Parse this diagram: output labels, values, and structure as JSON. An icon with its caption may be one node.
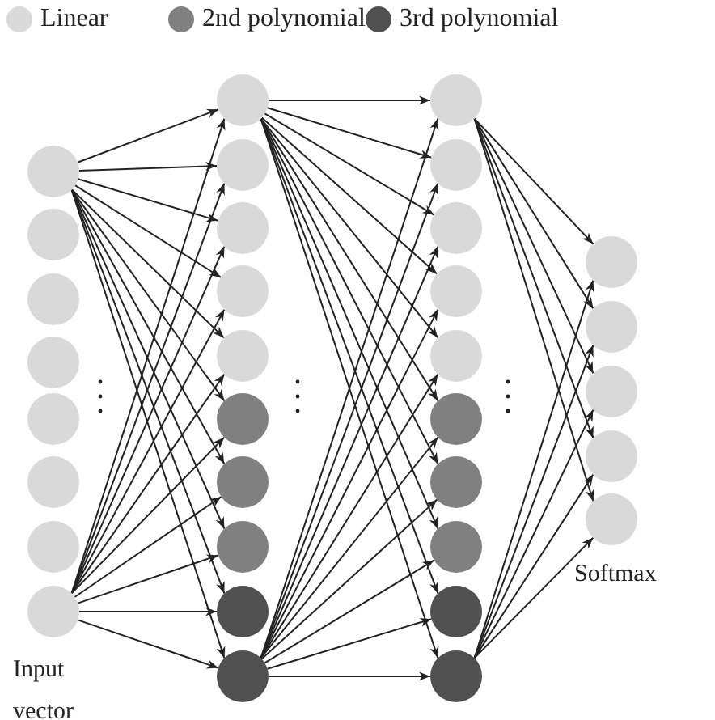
{
  "diagram": {
    "nodes": [
      {
        "text": [],
        "shape": "circle"
      },
      {
        "text": [],
        "shape": "circle"
      },
      {
        "text": [],
        "shape": "circle"
      },
      {
        "text": [],
        "shape": "circle"
      },
      {
        "text": [],
        "shape": "circle"
      },
      {
        "text": [],
        "shape": "circle"
      },
      {
        "text": [],
        "shape": "circle"
      },
      {
        "text": [],
        "shape": "circle"
      },
      {
        "text": [],
        "shape": "circle"
      },
      {
        "text": [],
        "shape": "circle"
      },
      {
        "text": [],
        "shape": "circle"
      },
      {
        "text": [],
        "shape": "circle"
      },
      {
        "text": [],
        "shape": "circle"
      },
      {
        "text": [],
        "shape": "circle"
      },
      {
        "text": [],
        "shape": "circle"
      },
      {
        "text": [],
        "shape": "circle"
      },
      {
        "text": [],
        "shape": "circle"
      },
      {
        "text": [],
        "shape": "circle"
      },
      {
        "text": [],
        "shape": "circle"
      },
      {
        "text": [],
        "shape": "circle"
      },
      {
        "text": [],
        "shape": "circle"
      },
      {
        "text": [],
        "shape": "circle"
      },
      {
        "text": [],
        "shape": "circle"
      },
      {
        "text": [],
        "shape": "circle"
      },
      {
        "text": [],
        "shape": "circle"
      },
      {
        "text": [],
        "shape": "circle"
      },
      {
        "text": [],
        "shape": "circle"
      },
      {
        "text": [],
        "shape": "circle"
      },
      {
        "text": [],
        "shape": "circle"
      },
      {
        "text": [],
        "shape": "circle"
      },
      {
        "text": [],
        "shape": "circle"
      },
      {
        "text": [],
        "shape": "circle"
      },
      {
        "text": [],
        "shape": "circle"
      }
    ],
    "edges": [
      {
        "from": 0,
        "to": 8,
        "arrow": "to"
      },
      {
        "from": 0,
        "to": 9,
        "arrow": "to"
      },
      {
        "from": 0,
        "to": 10,
        "arrow": "to"
      },
      {
        "from": 0,
        "to": 11,
        "arrow": "to"
      },
      {
        "from": 0,
        "to": 12,
        "arrow": "to"
      },
      {
        "from": 0,
        "to": 13,
        "arrow": "to"
      },
      {
        "from": 0,
        "to": 14,
        "arrow": "to"
      },
      {
        "from": 0,
        "to": 15,
        "arrow": "to"
      },
      {
        "from": 0,
        "to": 16,
        "arrow": "to"
      },
      {
        "from": 0,
        "to": 17,
        "arrow": "to"
      },
      {
        "from": 7,
        "to": 8,
        "arrow": "to"
      },
      {
        "from": 7,
        "to": 9,
        "arrow": "to"
      },
      {
        "from": 7,
        "to": 10,
        "arrow": "to"
      },
      {
        "from": 7,
        "to": 11,
        "arrow": "to"
      },
      {
        "from": 7,
        "to": 12,
        "arrow": "to"
      },
      {
        "from": 7,
        "to": 13,
        "arrow": "to"
      },
      {
        "from": 7,
        "to": 14,
        "arrow": "to"
      },
      {
        "from": 7,
        "to": 15,
        "arrow": "to"
      },
      {
        "from": 7,
        "to": 16,
        "arrow": "to"
      },
      {
        "from": 7,
        "to": 17,
        "arrow": "to"
      },
      {
        "from": 8,
        "to": 18,
        "arrow": "to"
      },
      {
        "from": 8,
        "to": 19,
        "arrow": "to"
      },
      {
        "from": 8,
        "to": 20,
        "arrow": "to"
      },
      {
        "from": 8,
        "to": 21,
        "arrow": "to"
      },
      {
        "from": 8,
        "to": 22,
        "arrow": "to"
      },
      {
        "from": 8,
        "to": 23,
        "arrow": "to"
      },
      {
        "from": 8,
        "to": 24,
        "arrow": "to"
      },
      {
        "from": 8,
        "to": 25,
        "arrow": "to"
      },
      {
        "from": 8,
        "to": 26,
        "arrow": "to"
      },
      {
        "from": 8,
        "to": 27,
        "arrow": "to"
      },
      {
        "from": 17,
        "to": 18,
        "arrow": "to"
      },
      {
        "from": 17,
        "to": 19,
        "arrow": "to"
      },
      {
        "from": 17,
        "to": 20,
        "arrow": "to"
      },
      {
        "from": 17,
        "to": 21,
        "arrow": "to"
      },
      {
        "from": 17,
        "to": 22,
        "arrow": "to"
      },
      {
        "from": 17,
        "to": 23,
        "arrow": "to"
      },
      {
        "from": 17,
        "to": 24,
        "arrow": "to"
      },
      {
        "from": 17,
        "to": 25,
        "arrow": "to"
      },
      {
        "from": 17,
        "to": 26,
        "arrow": "to"
      },
      {
        "from": 17,
        "to": 27,
        "arrow": "to"
      },
      {
        "from": 18,
        "to": 28,
        "arrow": "to"
      },
      {
        "from": 18,
        "to": 29,
        "arrow": "to"
      },
      {
        "from": 18,
        "to": 30,
        "arrow": "to"
      },
      {
        "from": 18,
        "to": 31,
        "arrow": "to"
      },
      {
        "from": 18,
        "to": 32,
        "arrow": "to"
      },
      {
        "from": 27,
        "to": 28,
        "arrow": "to"
      },
      {
        "from": 27,
        "to": 29,
        "arrow": "to"
      },
      {
        "from": 27,
        "to": 30,
        "arrow": "to"
      },
      {
        "from": 27,
        "to": 31,
        "arrow": "to"
      },
      {
        "from": 27,
        "to": 32,
        "arrow": "to"
      }
    ],
    "labels": [
      "Input vector",
      "Softmax"
    ],
    "legend": [
      {
        "text": "Linear",
        "color": "#d9d9d9"
      },
      {
        "text": "2nd polynomial",
        "color": "#808080"
      },
      {
        "text": "3rd polynomial",
        "color": "#505050"
      }
    ]
  }
}
